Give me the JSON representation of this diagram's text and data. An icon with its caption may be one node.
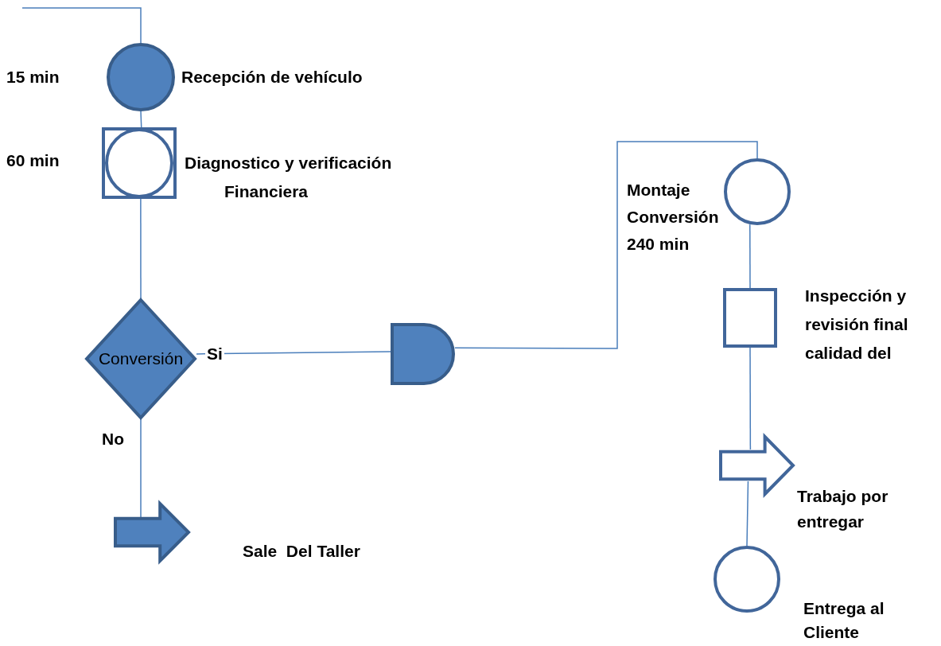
{
  "diagram": {
    "nodes": [
      {
        "text": [],
        "shape": "circle",
        "beside": [
          "15 min",
          "Recepción de vehículo"
        ]
      },
      {
        "text": [],
        "shape": "box",
        "beside": [
          "60 min",
          "Diagnostico y verificación Financiera"
        ]
      },
      {
        "text": [
          "Conversión"
        ]
      },
      {
        "text": [],
        "shape": "arrow",
        "beside": [
          "Sale  Del Taller"
        ]
      },
      {
        "text": [],
        "shape": "delay"
      },
      {
        "text": [],
        "shape": "circle",
        "beside": [
          "Montaje Conversión 240 min"
        ]
      },
      {
        "text": [],
        "shape": "box",
        "beside": [
          "Inspección y revisión final calidad del"
        ]
      },
      {
        "text": [],
        "shape": "arrow",
        "beside": [
          "Trabajo por entregar"
        ]
      },
      {
        "text": [],
        "shape": "circle",
        "beside": [
          "Entrega al Cliente"
        ]
      }
    ],
    "edges": [
      {
        "from": null,
        "to": 0,
        "arrow": "none"
      },
      {
        "from": 0,
        "to": 1,
        "arrow": "none"
      },
      {
        "from": 1,
        "to": 2,
        "arrow": "none"
      },
      {
        "from": 2,
        "to": 4,
        "arrow": "none",
        "label": "Si"
      },
      {
        "from": 2,
        "to": 3,
        "arrow": "none",
        "label": "No"
      },
      {
        "from": 4,
        "to": 5,
        "arrow": "none"
      },
      {
        "from": 5,
        "to": 6,
        "arrow": "none"
      },
      {
        "from": 6,
        "to": 7,
        "arrow": "none"
      },
      {
        "from": 7,
        "to": 8,
        "arrow": "none"
      }
    ]
  }
}
